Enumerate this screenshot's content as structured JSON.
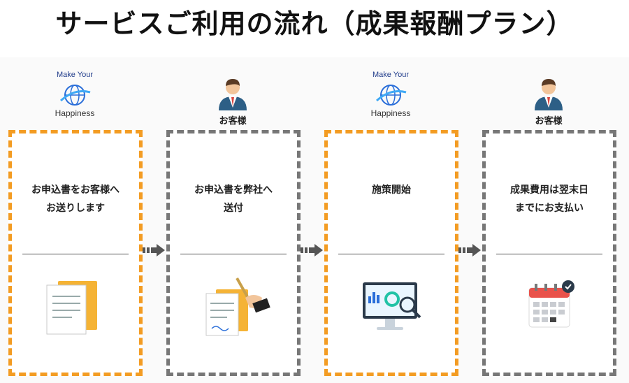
{
  "title": "サービスご利用の流れ（成果報酬プラン）",
  "logo": {
    "line1": "Make Your",
    "line2": "Happiness"
  },
  "steps": [
    {
      "header": "logo",
      "label": "",
      "text": "お申込書をお客様へ\nお送りします",
      "border": "#f39c23",
      "illustration": "documents-icon"
    },
    {
      "header": "person",
      "label": "お客様",
      "text": "お申込書を弊社へ\n送付",
      "border": "#777777",
      "illustration": "signing-pen-icon"
    },
    {
      "header": "logo",
      "label": "",
      "text": "施策開始",
      "border": "#f39c23",
      "illustration": "monitor-analytics-icon"
    },
    {
      "header": "person",
      "label": "お客様",
      "text": "成果費用は翌末日\nまでにお支払い",
      "border": "#777777",
      "illustration": "calendar-check-icon"
    }
  ],
  "colors": {
    "accent_orange": "#f39c23",
    "gray_border": "#777777",
    "arrow": "#555555"
  }
}
